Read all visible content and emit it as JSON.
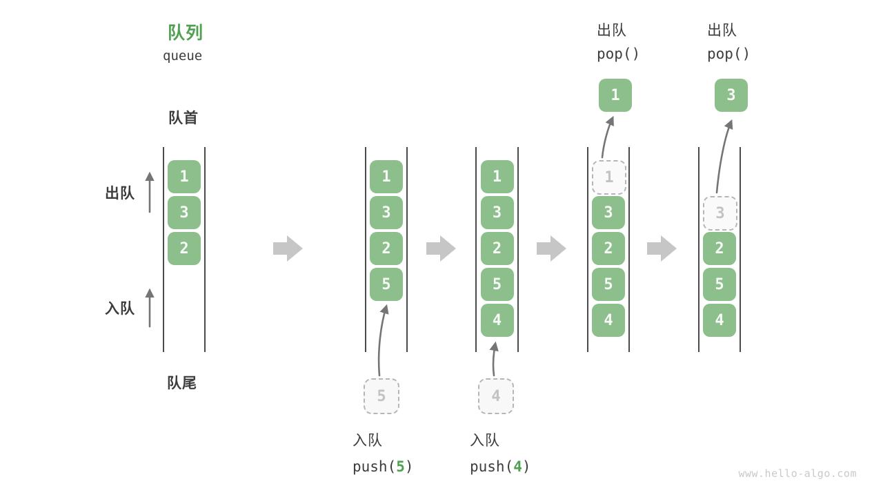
{
  "title": {
    "zh": "队列",
    "en": "queue"
  },
  "side_labels": {
    "front": "队首",
    "rear": "队尾",
    "dequeue": "出队",
    "enqueue": "入队"
  },
  "columns": [
    {
      "cells": [
        {
          "slot": 0,
          "value": "1"
        },
        {
          "slot": 1,
          "value": "3"
        },
        {
          "slot": 2,
          "value": "2"
        }
      ]
    },
    {
      "cells": [
        {
          "slot": 0,
          "value": "1"
        },
        {
          "slot": 1,
          "value": "3"
        },
        {
          "slot": 2,
          "value": "2"
        },
        {
          "slot": 3,
          "value": "5"
        }
      ]
    },
    {
      "cells": [
        {
          "slot": 0,
          "value": "1"
        },
        {
          "slot": 1,
          "value": "3"
        },
        {
          "slot": 2,
          "value": "2"
        },
        {
          "slot": 3,
          "value": "5"
        },
        {
          "slot": 4,
          "value": "4"
        }
      ]
    },
    {
      "cells": [
        {
          "slot": 0,
          "value": "1",
          "ghost": true
        },
        {
          "slot": 1,
          "value": "3"
        },
        {
          "slot": 2,
          "value": "2"
        },
        {
          "slot": 3,
          "value": "5"
        },
        {
          "slot": 4,
          "value": "4"
        }
      ]
    },
    {
      "cells": [
        {
          "slot": 1,
          "value": "3",
          "ghost": true
        },
        {
          "slot": 2,
          "value": "2"
        },
        {
          "slot": 3,
          "value": "5"
        },
        {
          "slot": 4,
          "value": "4"
        }
      ]
    }
  ],
  "pushes": [
    {
      "label": "入队",
      "fn_open": "push(",
      "arg": "5",
      "fn_close": ")",
      "ghost_value": "5"
    },
    {
      "label": "入队",
      "fn_open": "push(",
      "arg": "4",
      "fn_close": ")",
      "ghost_value": "4"
    }
  ],
  "pops": [
    {
      "label": "出队",
      "code": "pop()",
      "result": "1"
    },
    {
      "label": "出队",
      "code": "pop()",
      "result": "3"
    }
  ],
  "watermark": "www.hello-algo.com",
  "colors": {
    "box_green": "#8cbf8c",
    "title_green": "#4fa050",
    "arg_green": "#4fa050",
    "big_arrow": "#c6c6c6",
    "thin_arrow": "#757575",
    "ghost_border": "#b5b5b5",
    "ghost_text": "#c2c2c2",
    "text_dark": "#3c3c3c",
    "watermark_gray": "#c9c9c9",
    "line_dark": "#4a4a4a"
  }
}
